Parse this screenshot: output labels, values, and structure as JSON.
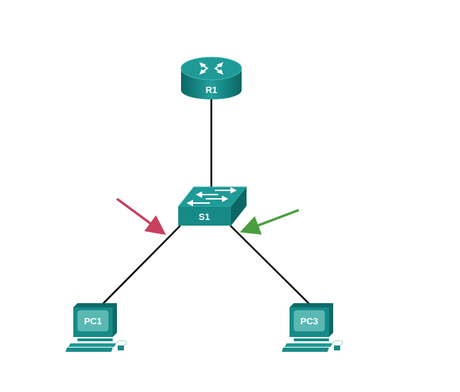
{
  "devices": {
    "router": {
      "label": "R1"
    },
    "switch": {
      "label": "S1"
    },
    "pc1": {
      "label": "PC1"
    },
    "pc3": {
      "label": "PC3"
    }
  },
  "colors": {
    "device": "#1a8c8a",
    "device_dark": "#0d6b69",
    "device_light": "#3fb0ac",
    "link": "#000000",
    "arrow_red": "#c8405c",
    "arrow_green": "#4a9e3f"
  }
}
